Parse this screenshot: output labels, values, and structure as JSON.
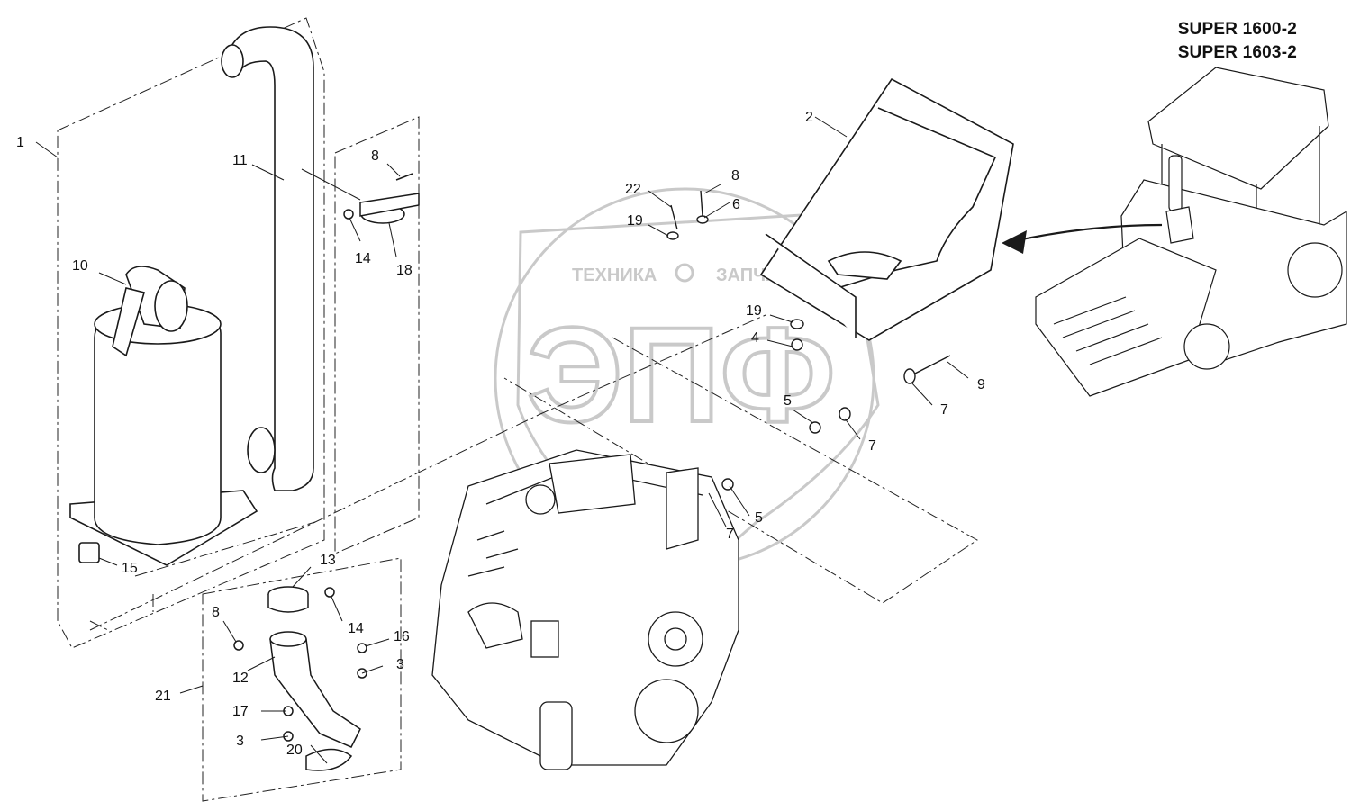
{
  "header": {
    "models": [
      "SUPER 1600-2",
      "SUPER 1603-2"
    ]
  },
  "watermark": {
    "brand_top_left": "ТЕХНИКА",
    "brand_top_right": "ЗАПЧАСТИ",
    "logo_letters": "ЭПФ"
  },
  "callouts": {
    "c1": "1",
    "c2": "2",
    "c3a": "3",
    "c3b": "3",
    "c4": "4",
    "c5a": "5",
    "c5b": "5",
    "c6": "6",
    "c7a": "7",
    "c7b": "7",
    "c7c": "7",
    "c8a": "8",
    "c8b": "8",
    "c8c": "8",
    "c9": "9",
    "c10": "10",
    "c11": "11",
    "c12": "12",
    "c13": "13",
    "c14a": "14",
    "c14b": "14",
    "c15": "15",
    "c16": "16",
    "c17": "17",
    "c18": "18",
    "c19a": "19",
    "c19b": "19",
    "c20": "20",
    "c21": "21",
    "c22": "22"
  },
  "colors": {
    "line": "#1a1a1a",
    "watermark": "#9a9a9a"
  }
}
